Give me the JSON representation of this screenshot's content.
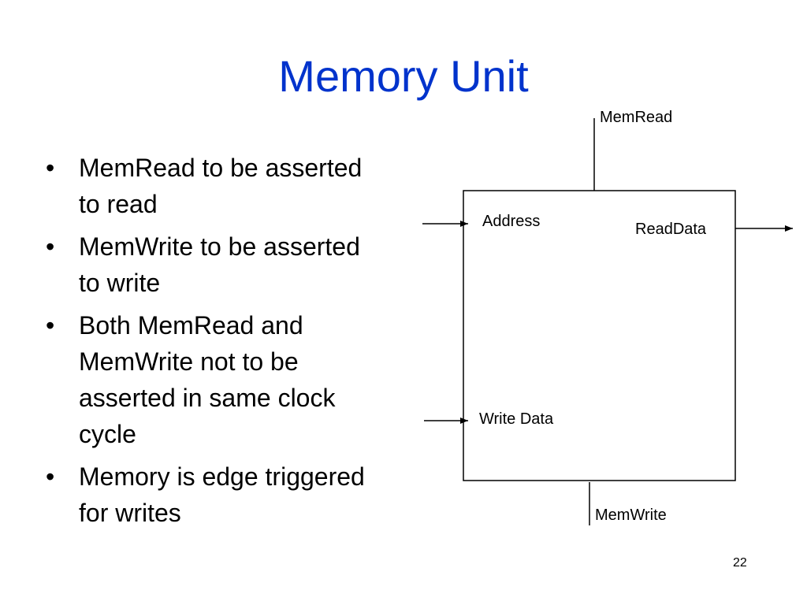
{
  "slide": {
    "title": "Memory Unit",
    "bullets": [
      "MemRead to be asserted to read",
      "MemWrite to be asserted to write",
      "Both MemRead and MemWrite not to be asserted in same clock cycle",
      "Memory is edge triggered for writes"
    ],
    "page_number": "22"
  },
  "diagram": {
    "block_inputs": {
      "address": "Address",
      "write_data": "Write Data"
    },
    "block_outputs": {
      "read_data": "ReadData"
    },
    "control_signals": {
      "mem_read": "MemRead",
      "mem_write": "MemWrite"
    }
  }
}
